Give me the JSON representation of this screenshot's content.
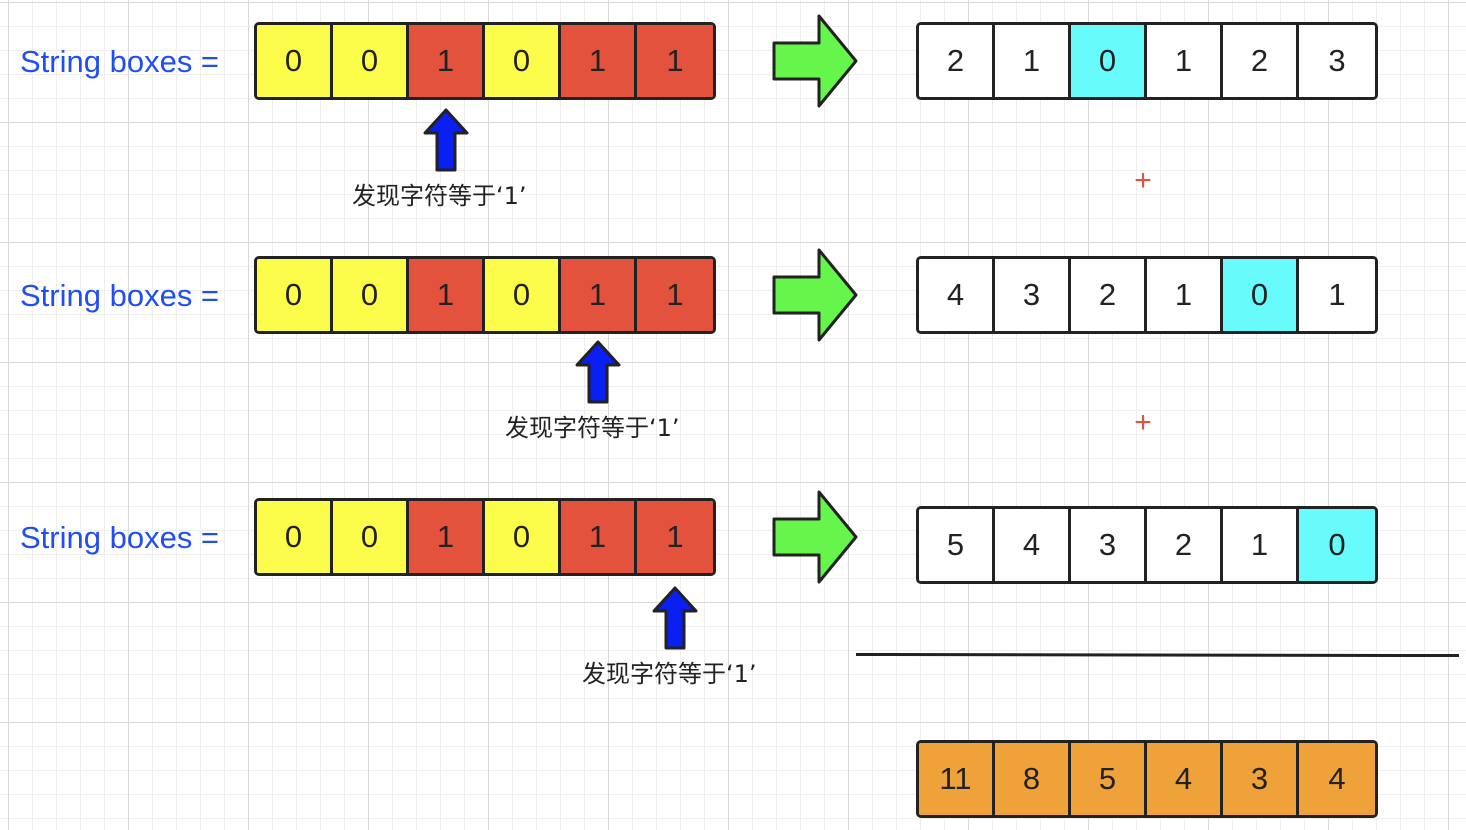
{
  "colors": {
    "label_blue": "#1f4ff2",
    "zero_cell": "#fcfc4a",
    "one_cell": "#e3523d",
    "distance_cell": "#ffffff",
    "current_index_cell": "#68fbfc",
    "result_cell": "#f0a23a",
    "step_arrow": "#66f54a",
    "pointer_arrow": "#0a1ff2",
    "plus_sign": "#e3523d"
  },
  "rows": [
    {
      "label": "String boxes =",
      "boxes": [
        "0",
        "0",
        "1",
        "0",
        "1",
        "1"
      ],
      "pointer_index": 2,
      "caption": "发现字符等于‘1’",
      "arrow_icon": "right-arrow-icon",
      "distances": [
        "2",
        "1",
        "0",
        "1",
        "2",
        "3"
      ],
      "highlight_index": 2
    },
    {
      "label": "String boxes =",
      "boxes": [
        "0",
        "0",
        "1",
        "0",
        "1",
        "1"
      ],
      "pointer_index": 4,
      "caption": "发现字符等于‘1’",
      "arrow_icon": "right-arrow-icon",
      "distances": [
        "4",
        "3",
        "2",
        "1",
        "0",
        "1"
      ],
      "highlight_index": 4
    },
    {
      "label": "String boxes =",
      "boxes": [
        "0",
        "0",
        "1",
        "0",
        "1",
        "1"
      ],
      "pointer_index": 5,
      "caption": "发现字符等于‘1’",
      "arrow_icon": "right-arrow-icon",
      "distances": [
        "5",
        "4",
        "3",
        "2",
        "1",
        "0"
      ],
      "highlight_index": 5
    }
  ],
  "operators": [
    "+",
    "+"
  ],
  "result": [
    "11",
    "8",
    "5",
    "4",
    "3",
    "4"
  ]
}
